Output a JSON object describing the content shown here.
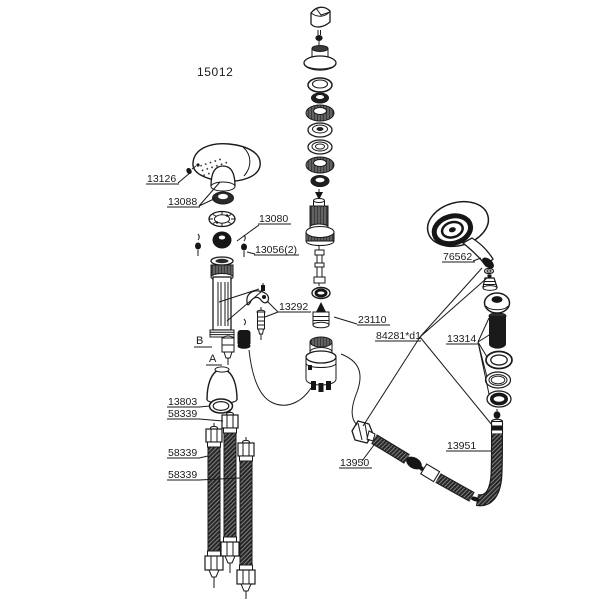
{
  "diagram": {
    "product_code": "15012",
    "ref_letters": {
      "b": "B",
      "a": "A"
    },
    "part_numbers": {
      "spray_screw_set": "13126",
      "cap_ring_set": "13088",
      "gear_ring": "13080",
      "fixing_screws": "13056(2)",
      "mounting_bracket": "13292",
      "cartridge_cap": "23110",
      "hose_connector_set": "84281*d1",
      "hand_shower": "76562",
      "weight_ring_set": "13314",
      "base_o_ring": "13803",
      "supply_hose": "58339",
      "shower_hose_long": "13951",
      "connection_hose": "13950"
    },
    "colors": {
      "background": "#ffffff",
      "line": "#1a1a1a",
      "dark_fill": "#161616",
      "braid": "#262626"
    }
  }
}
